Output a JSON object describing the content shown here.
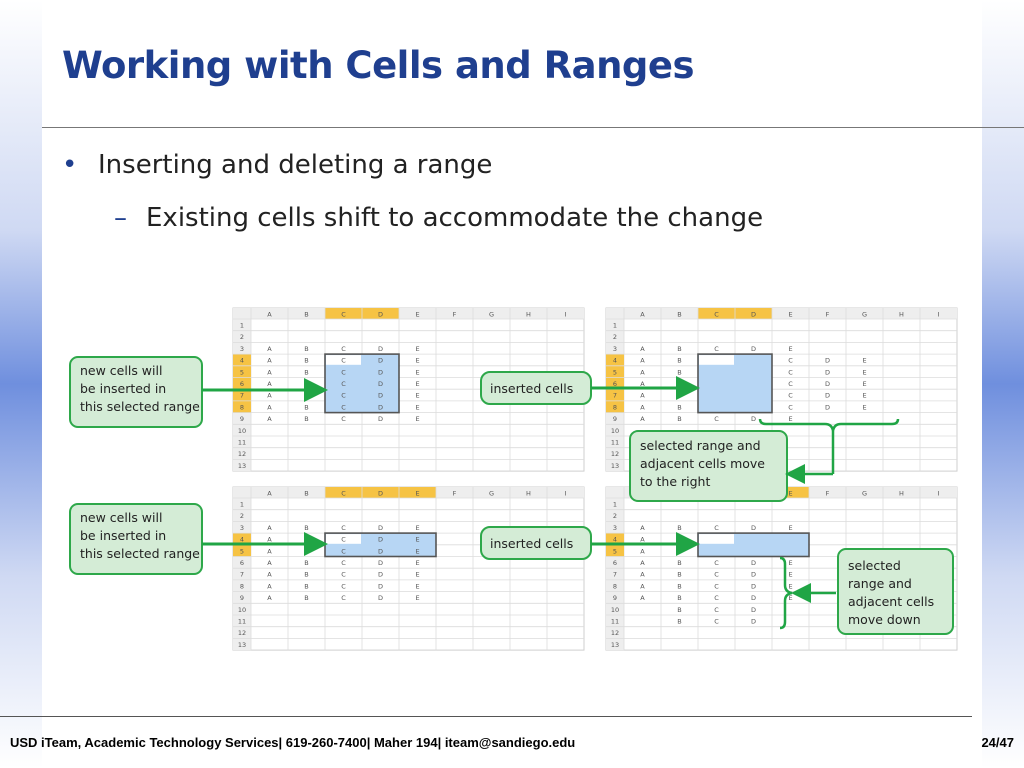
{
  "slide": {
    "title": "Working with Cells and Ranges",
    "bullet_main": "Inserting and deleting a range",
    "bullet_main_marker": "•",
    "bullet_sub": "Existing cells shift to accommodate the change",
    "bullet_sub_marker": "–"
  },
  "figure": {
    "col_headers": [
      "A",
      "B",
      "C",
      "D",
      "E",
      "F",
      "G",
      "H",
      "I"
    ],
    "row_numbers": [
      "1",
      "2",
      "3",
      "4",
      "5",
      "6",
      "7",
      "8",
      "9",
      "10",
      "11",
      "12",
      "13"
    ],
    "callout_new_cells": "new cells will be inserted in this selected range",
    "callout_inserted": "inserted cells",
    "callout_move_right": "selected range and adjacent cells move to the right",
    "callout_move_down": "selected range and adjacent cells move down"
  },
  "colors": {
    "title": "#1f3f8f",
    "callout_fill": "#d4ecd6",
    "callout_border": "#2ea84a",
    "arrow": "#20a545",
    "header_highlight": "#f6c344",
    "selection_fill": "#b7d6f4",
    "selection_border": "#555555"
  },
  "footer": {
    "text": "USD iTeam, Academic Technology Services| 619-260-7400| Maher 194| iteam@sandiego.edu",
    "page": "24/47"
  }
}
